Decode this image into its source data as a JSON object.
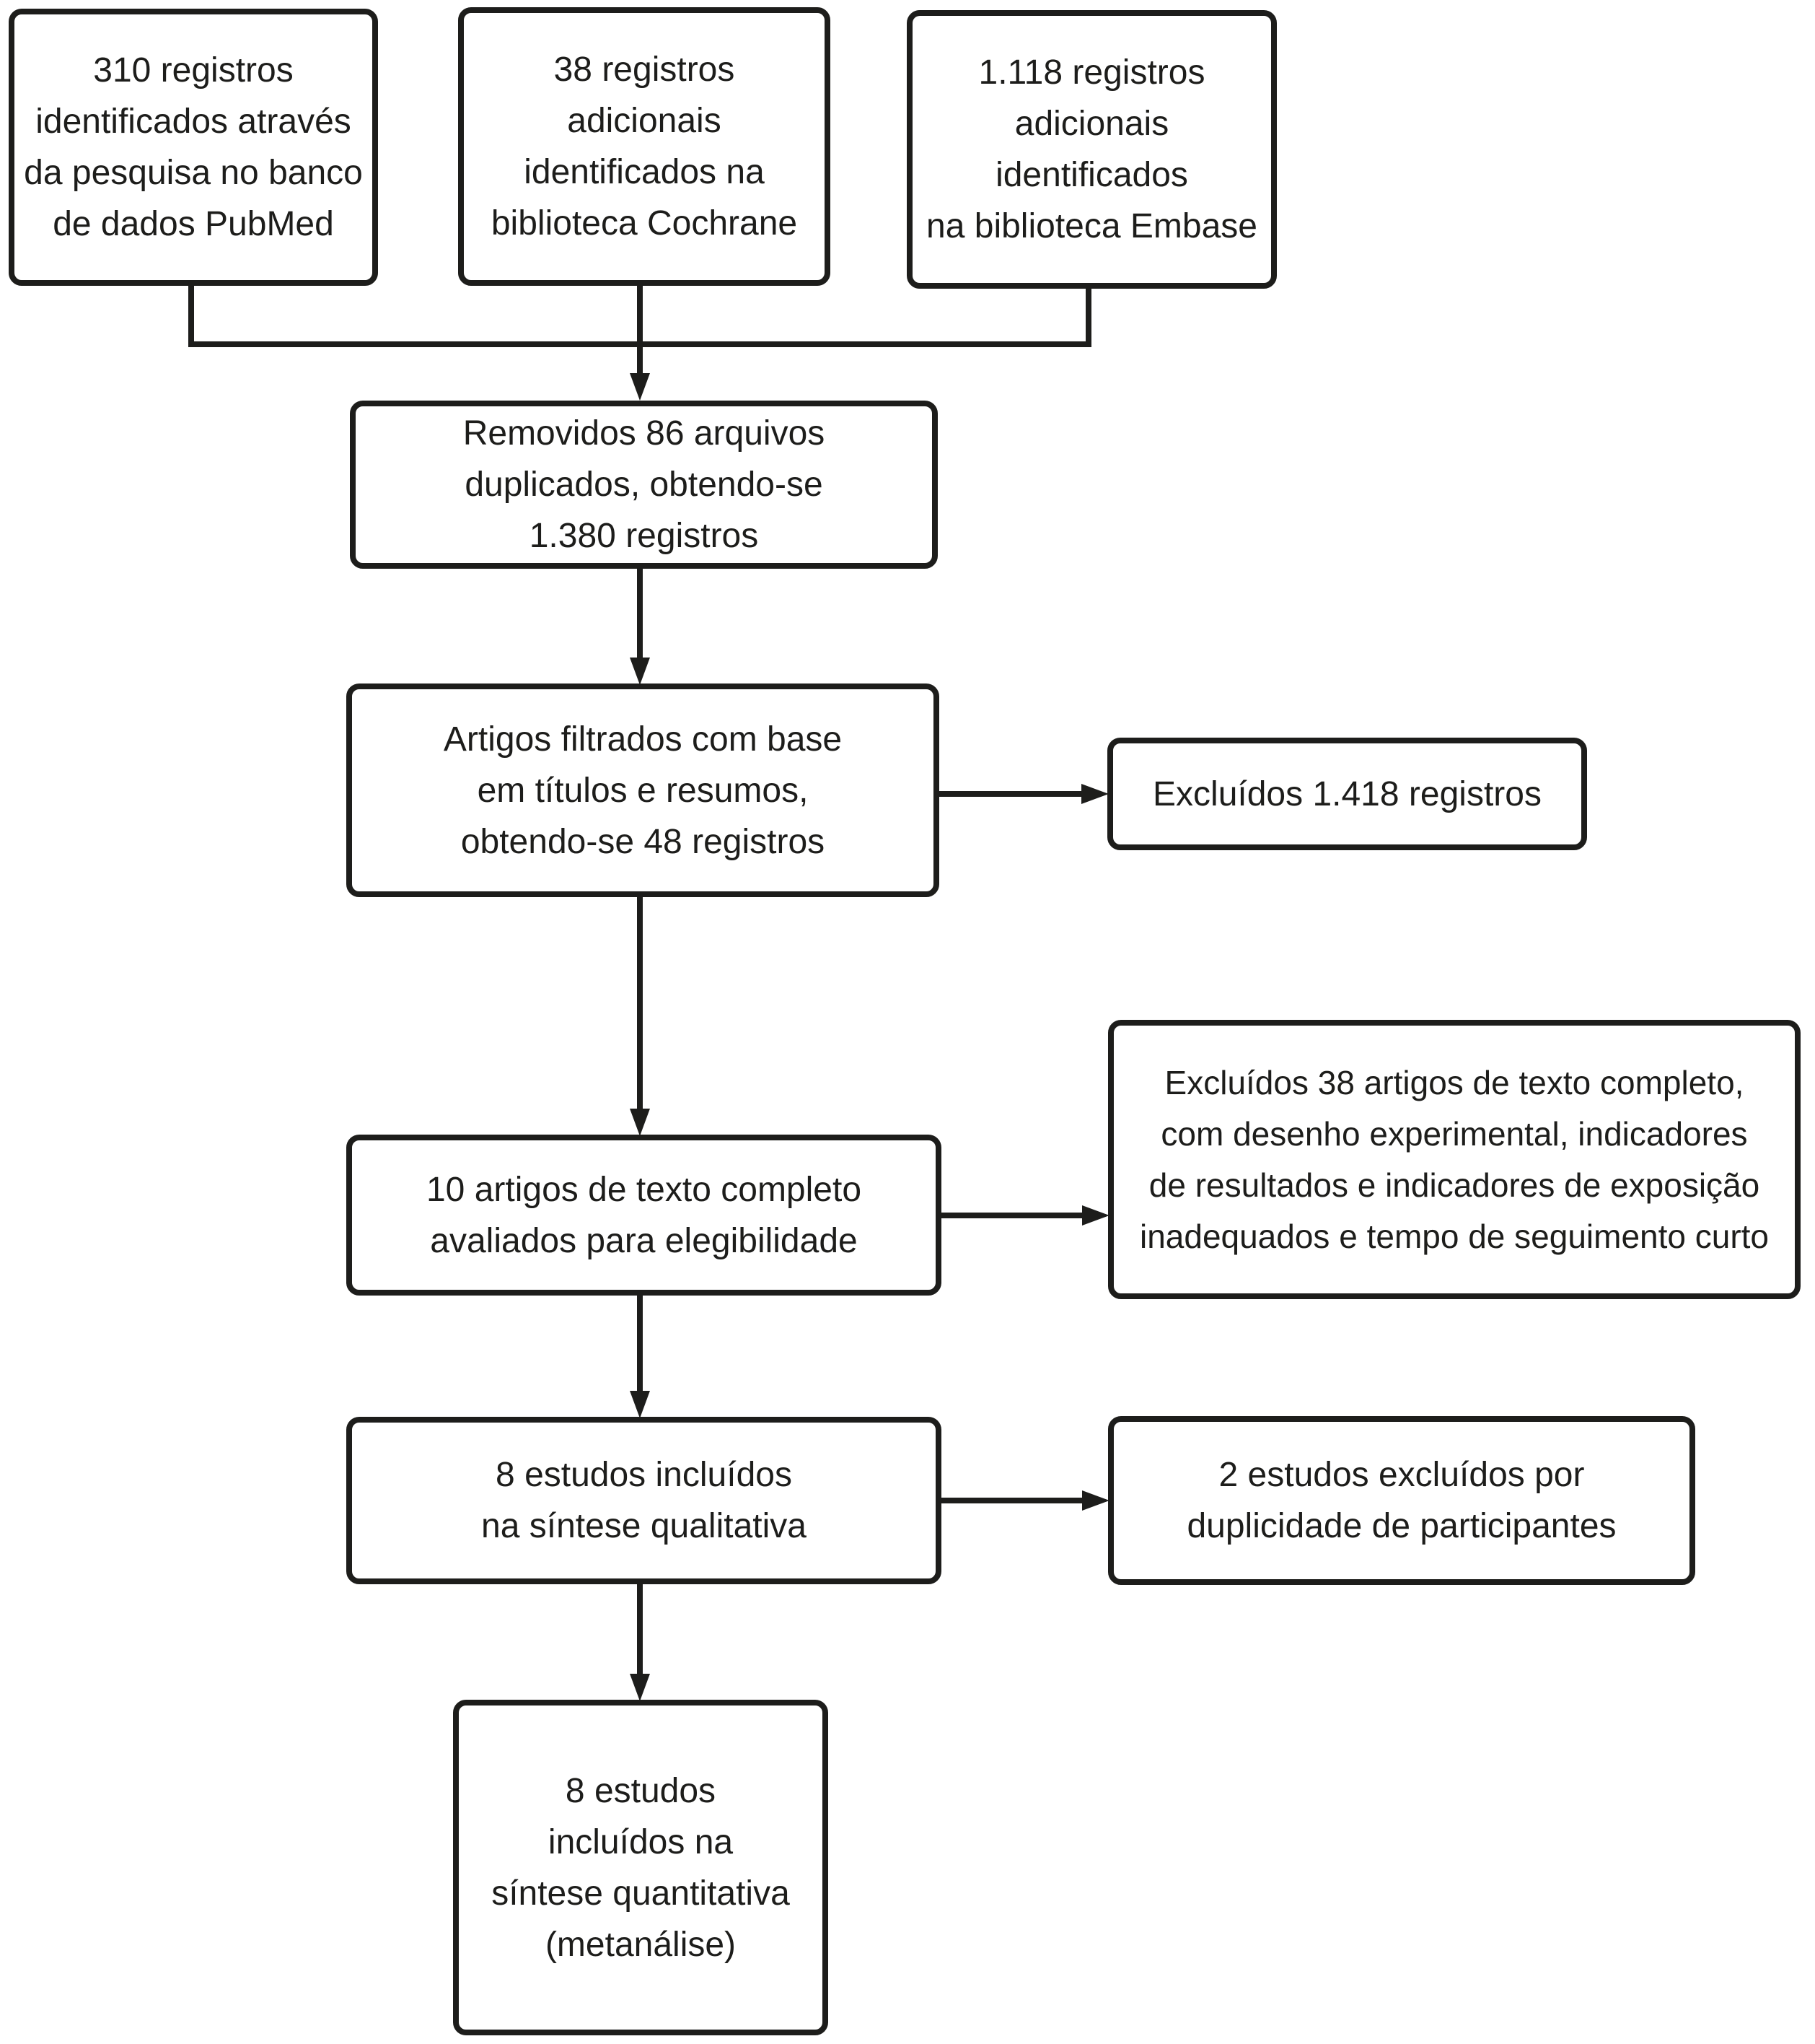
{
  "colors": {
    "ink": "#1d1d1b",
    "background": "#ffffff",
    "box_fill": "#ffffff"
  },
  "flowchart": {
    "nodes": {
      "pubmed": {
        "text": "310 registros\nidentificados através\nda pesquisa no banco\nde dados PubMed"
      },
      "cochrane": {
        "text": "38 registros\nadicionais\nidentificados na\nbiblioteca Cochrane"
      },
      "embase": {
        "text": "1.118 registros\nadicionais\nidentificados\nna biblioteca Embase"
      },
      "duplicates_removed": {
        "text": "Removidos 86 arquivos\nduplicados, obtendo-se\n1.380 registros"
      },
      "screened": {
        "text": "Artigos filtrados com base\nem títulos e resumos,\nobtendo-se 48 registros"
      },
      "excluded_records": {
        "text": "Excluídos 1.418 registros"
      },
      "fulltext_assessed": {
        "text": "10 artigos de texto completo\navaliados para elegibilidade"
      },
      "excluded_fulltext": {
        "text": "Excluídos 38 artigos de texto completo,\ncom desenho experimental, indicadores\nde resultados e indicadores de exposição\ninadequados e tempo de seguimento curto"
      },
      "qualitative_synthesis": {
        "text": "8 estudos incluídos\nna síntese qualitativa"
      },
      "excluded_duplicate_participants": {
        "text": "2 estudos excluídos por\nduplicidade de participantes"
      },
      "quantitative_synthesis": {
        "text": "8 estudos\nincluídos na\nsíntese quantitativa\n(metanálise)"
      }
    }
  }
}
